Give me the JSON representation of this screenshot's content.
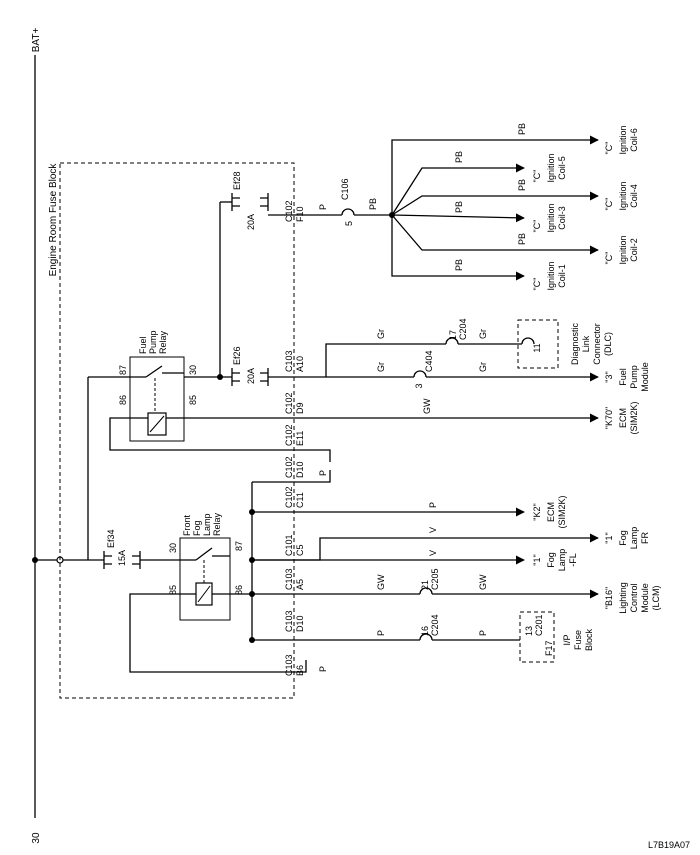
{
  "rails": {
    "bat": "BAT+",
    "ground": "30"
  },
  "engine_block": {
    "title": "Engine Room Fuse Block"
  },
  "fuses": {
    "ef28": {
      "name": "Ef28",
      "rating": "20A"
    },
    "ef26": {
      "name": "Ef26",
      "rating": "20A"
    },
    "ef34": {
      "name": "Ef34",
      "rating": "15A"
    }
  },
  "fuel_relay": {
    "label1": "Fuel",
    "label2": "Pump",
    "label3": "Relay",
    "pin87": "87",
    "pin30": "30",
    "pin86": "86",
    "pin85": "85"
  },
  "fog_relay": {
    "label1": "Front",
    "label2": "Fog",
    "label3": "Lamp",
    "label4": "Relay",
    "pin30": "30",
    "pin87": "87",
    "pin85": "85",
    "pin86": "86"
  },
  "connectors": {
    "f10": {
      "conn": "C102",
      "pin": "F10"
    },
    "a10": {
      "conn": "C103",
      "pin": "A10"
    },
    "d9": {
      "conn": "C102",
      "pin": "D9"
    },
    "e11": {
      "conn": "C102",
      "pin": "E11"
    },
    "d10a": {
      "conn": "C102",
      "pin": "D10"
    },
    "c11": {
      "conn": "C102",
      "pin": "C11"
    },
    "c5": {
      "conn": "C101",
      "pin": "C5"
    },
    "a5": {
      "conn": "C103",
      "pin": "A5"
    },
    "d10b": {
      "conn": "C103",
      "pin": "D10"
    },
    "b6": {
      "conn": "C103",
      "pin": "B6"
    },
    "c106": {
      "conn": "C106",
      "pin": "5"
    },
    "c204a": {
      "conn": "C204",
      "pin": "17"
    },
    "c404": {
      "conn": "C404",
      "pin": "3"
    },
    "c205": {
      "conn": "C205",
      "pin": "21"
    },
    "c204b": {
      "conn": "C204",
      "pin": "16"
    },
    "dlc_pin": "11",
    "c201": {
      "conn": "C201",
      "pin": "13",
      "fuse": "F17"
    }
  },
  "wire_colors": {
    "p": "P",
    "pb": "PB",
    "gr": "Gr",
    "gw": "GW",
    "v": "V"
  },
  "ign_coils": [
    {
      "tag": "\"C\"",
      "l1": "Ignition",
      "l2": "Coil-6"
    },
    {
      "tag": "\"C\"",
      "l1": "Ignition",
      "l2": "Coil-5"
    },
    {
      "tag": "\"C\"",
      "l1": "Ignition",
      "l2": "Coil-4"
    },
    {
      "tag": "\"C\"",
      "l1": "Ignition",
      "l2": "Coil-3"
    },
    {
      "tag": "\"C\"",
      "l1": "Ignition",
      "l2": "Coil-2"
    },
    {
      "tag": "\"C\"",
      "l1": "Ignition",
      "l2": "Coil-1"
    }
  ],
  "dlc": {
    "l1": "Diagnostic",
    "l2": "Link",
    "l3": "Connector",
    "l4": "(DLC)"
  },
  "fuel_pump": {
    "tag": "\"3\"",
    "l1": "Fuel",
    "l2": "Pump",
    "l3": "Module"
  },
  "ecm_k70": {
    "tag": "\"K70\"",
    "l1": "ECM",
    "l2": "(SIM2K)"
  },
  "ecm_k2": {
    "tag": "\"K2\"",
    "l1": "ECM",
    "l2": "(SIM2K)"
  },
  "fog_fr": {
    "tag": "\"1\"",
    "l1": "Fog",
    "l2": "Lamp",
    "l3": "FR"
  },
  "fog_fl": {
    "tag": "\"1\"",
    "l1": "Fog",
    "l2": "Lamp",
    "l3": "-FL"
  },
  "lcm": {
    "tag": "\"B16\"",
    "l1": "Lighting",
    "l2": "Control",
    "l3": "Module",
    "l4": "(LCM)"
  },
  "ip_fuse": {
    "l1": "I/P",
    "l2": "Fuse",
    "l3": "Block"
  },
  "code": "L7B19A07"
}
